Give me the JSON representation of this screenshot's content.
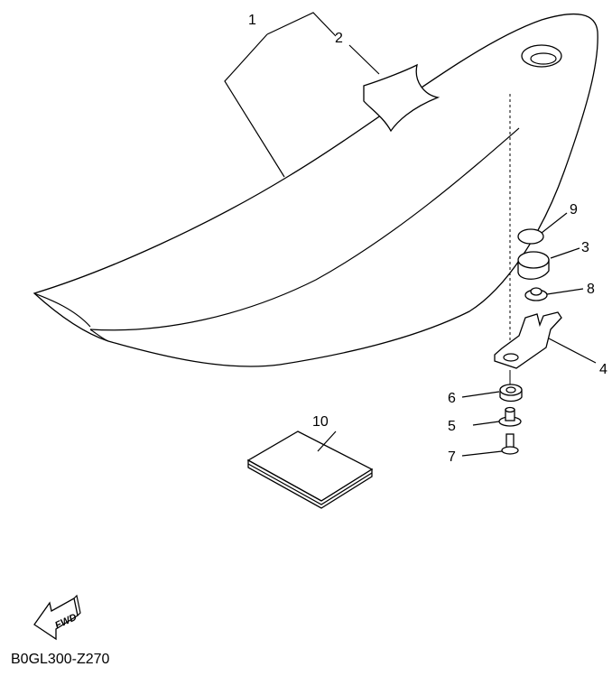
{
  "diagram_code": "B0GL300-Z270",
  "direction_badge": {
    "label": "FWD",
    "icon": "fwd-arrow-icon"
  },
  "callouts": [
    {
      "number": "1",
      "part": "seat"
    },
    {
      "number": "2",
      "part": "seat-cover"
    },
    {
      "number": "3",
      "part": "damper"
    },
    {
      "number": "4",
      "part": "seat-bracket"
    },
    {
      "number": "5",
      "part": "collar"
    },
    {
      "number": "6",
      "part": "damper"
    },
    {
      "number": "7",
      "part": "bolt"
    },
    {
      "number": "8",
      "part": "bolt"
    },
    {
      "number": "9",
      "part": "cap"
    },
    {
      "number": "10",
      "part": "label-kit"
    }
  ]
}
